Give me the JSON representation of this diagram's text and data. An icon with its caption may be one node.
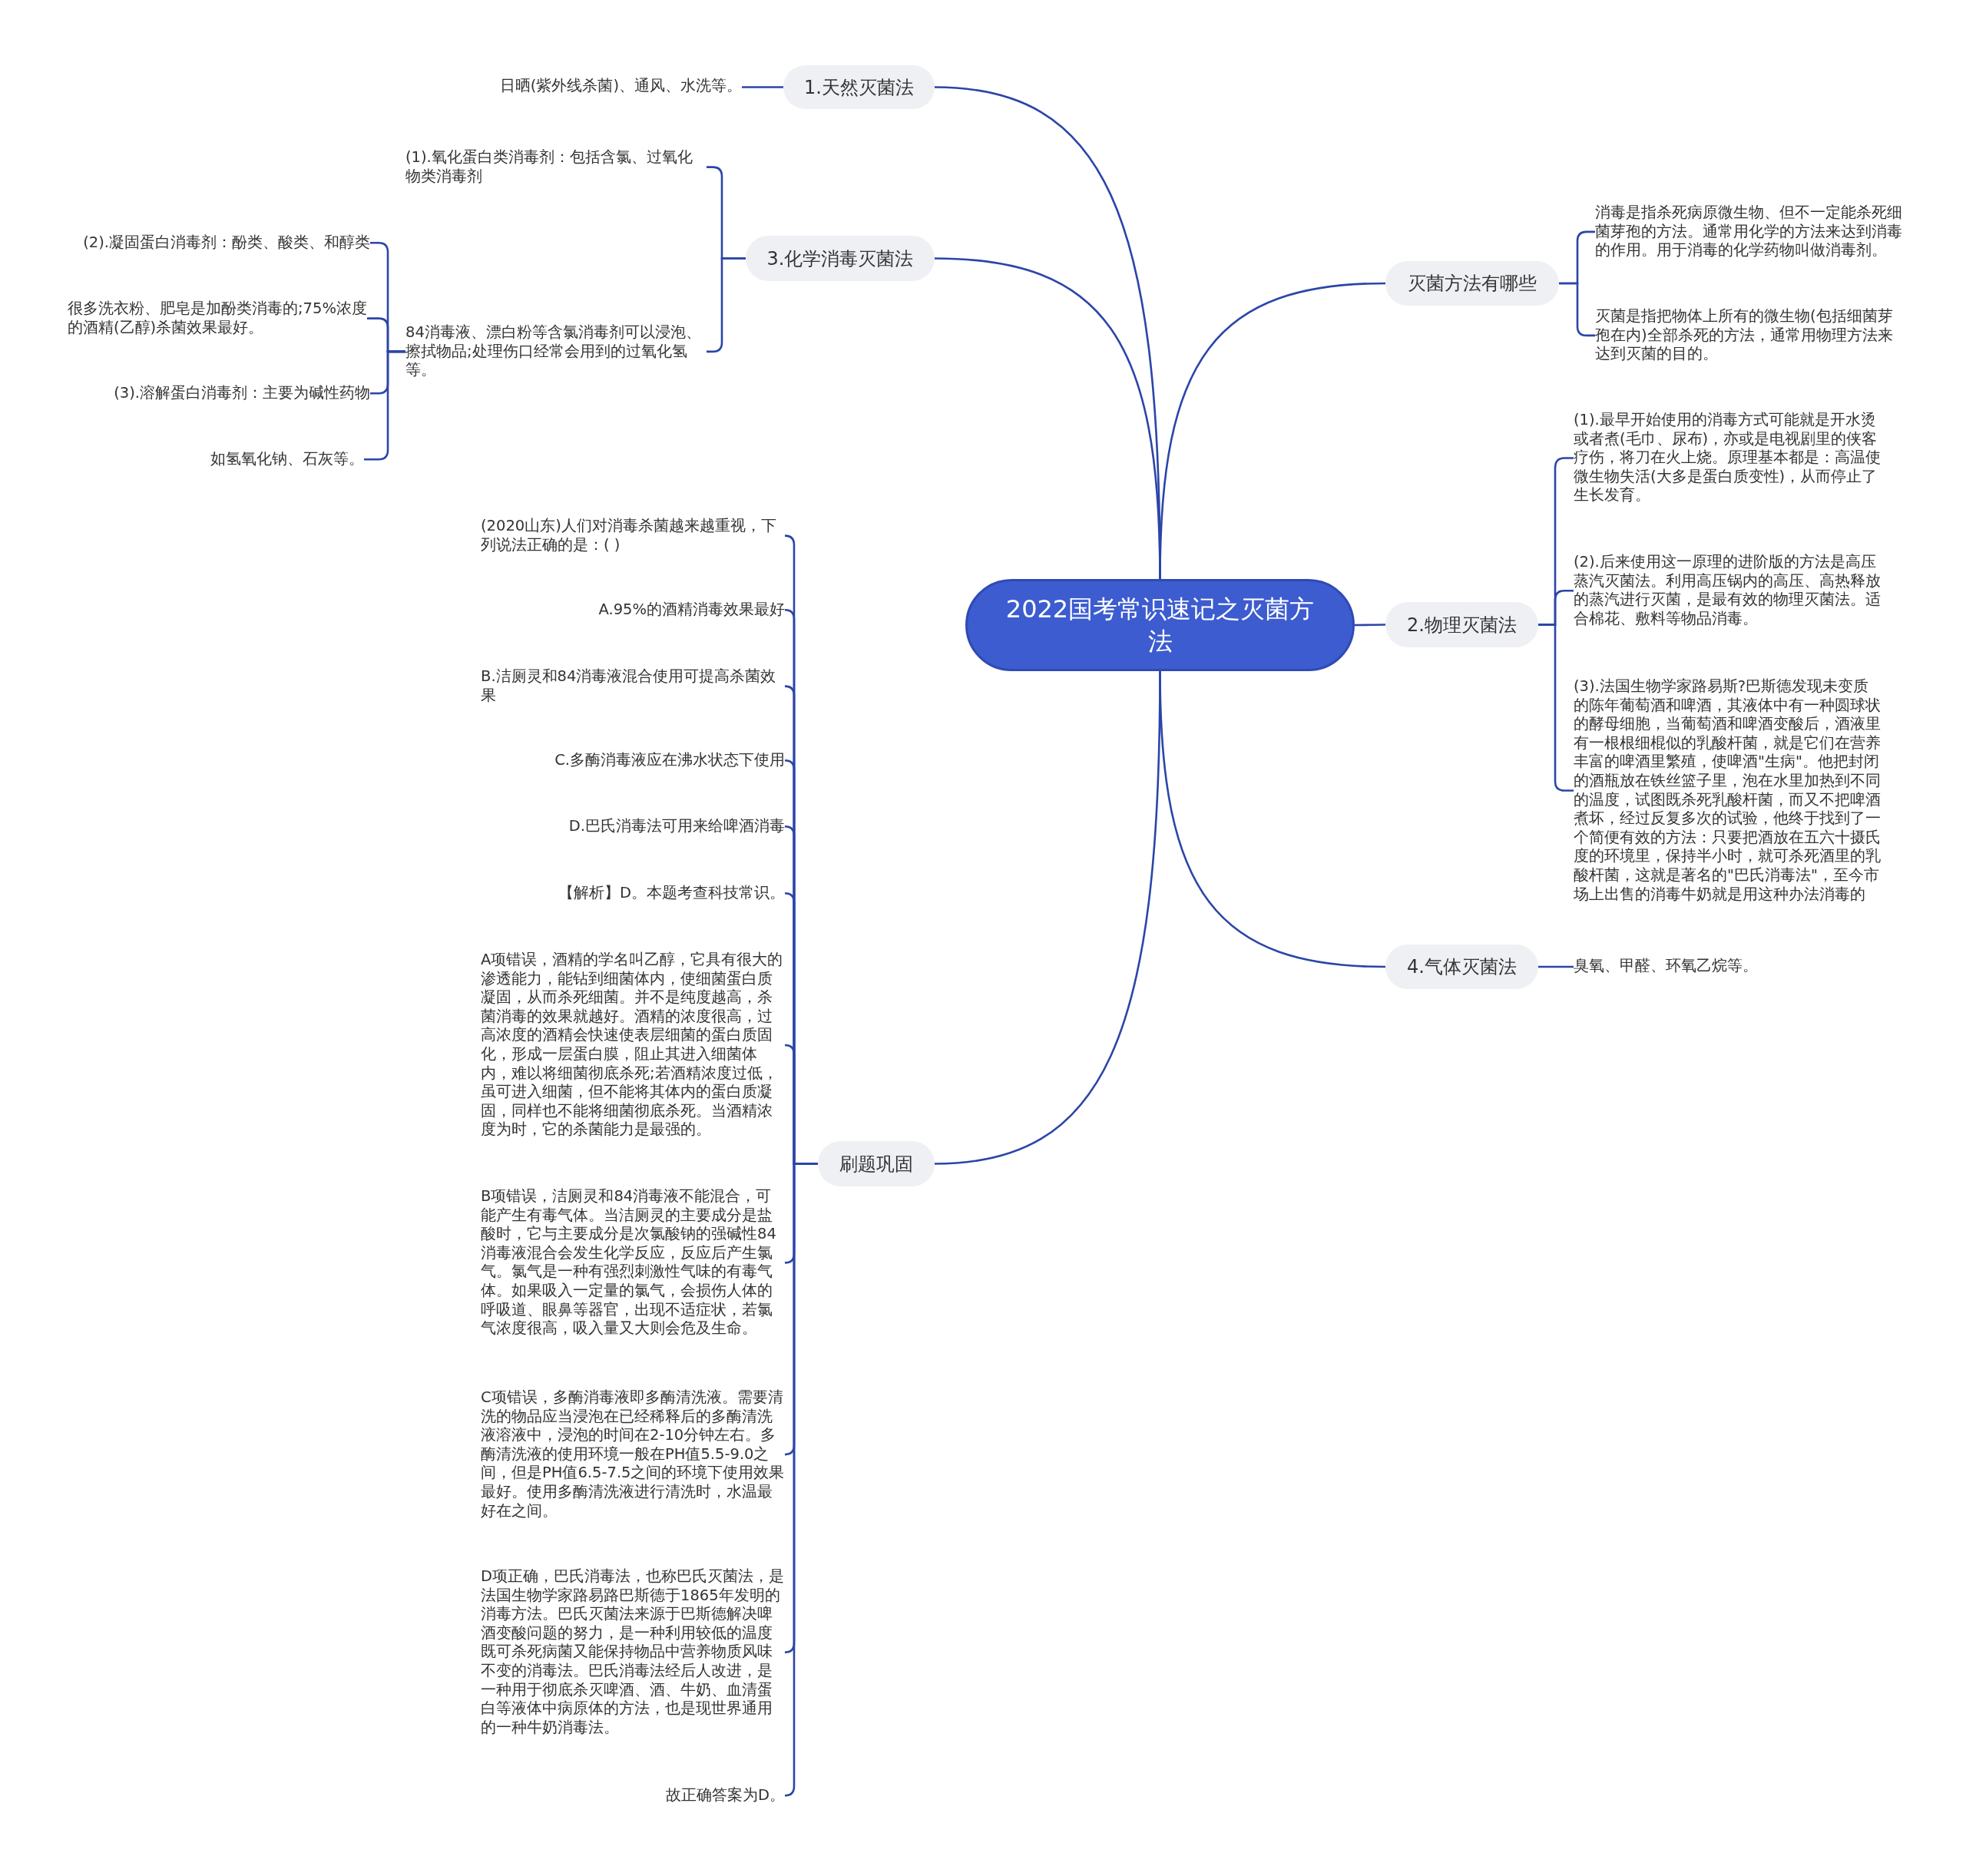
{
  "diagram": {
    "nodes": [
      {
        "text": [
          "2022国考常识速记之灭菌方法"
        ]
      },
      {
        "text": [
          "1.天然灭菌法"
        ]
      },
      {
        "text": [
          "日晒(紫外线杀菌)、通风、水洗等。"
        ]
      },
      {
        "text": [
          "3.化学消毒灭菌法"
        ]
      },
      {
        "text": [
          "(1).氧化蛋白类消毒剂：包括含氯、过氧化物类消毒剂"
        ]
      },
      {
        "text": [
          "84消毒液、漂白粉等含氯消毒剂可以浸泡、擦拭物品;处理伤口经常会用到的过氧化氢等。"
        ]
      },
      {
        "text": [
          "(2).凝固蛋白消毒剂：酚类、酸类、和醇类"
        ]
      },
      {
        "text": [
          "很多洗衣粉、肥皂是加酚类消毒的;75%浓度的酒精(乙醇)杀菌效果最好。"
        ]
      },
      {
        "text": [
          "(3).溶解蛋白消毒剂：主要为碱性药物"
        ]
      },
      {
        "text": [
          "如氢氧化钠、石灰等。"
        ]
      },
      {
        "text": [
          "刷题巩固"
        ]
      },
      {
        "text": [
          "(2020山东)人们对消毒杀菌越来越重视，下列说法正确的是：( )"
        ]
      },
      {
        "text": [
          "A.95%的酒精消毒效果最好"
        ]
      },
      {
        "text": [
          "B.洁厕灵和84消毒液混合使用可提高杀菌效果"
        ]
      },
      {
        "text": [
          "C.多酶消毒液应在沸水状态下使用"
        ]
      },
      {
        "text": [
          "D.巴氏消毒法可用来给啤酒消毒"
        ]
      },
      {
        "text": [
          "【解析】D。本题考查科技常识。"
        ]
      },
      {
        "text": [
          "A项错误，酒精的学名叫乙醇，它具有很大的渗透能力，能钻到细菌体内，使细菌蛋白质凝固，从而杀死细菌。并不是纯度越高，杀菌消毒的效果就越好。酒精的浓度很高，过高浓度的酒精会快速使表层细菌的蛋白质固化，形成一层蛋白膜，阻止其进入细菌体内，难以将细菌彻底杀死;若酒精浓度过低，虽可进入细菌，但不能将其体内的蛋白质凝固，同样也不能将细菌彻底杀死。当酒精浓度为时，它的杀菌能力是最强的。"
        ]
      },
      {
        "text": [
          "B项错误，洁厕灵和84消毒液不能混合，可能产生有毒气体。当洁厕灵的主要成分是盐酸时，它与主要成分是次氯酸钠的强碱性84消毒液混合会发生化学反应，反应后产生氯气。氯气是一种有强烈刺激性气味的有毒气体。如果吸入一定量的氯气，会损伤人体的呼吸道、眼鼻等器官，出现不适症状，若氯气浓度很高，吸入量又大则会危及生命。"
        ]
      },
      {
        "text": [
          "C项错误，多酶消毒液即多酶清洗液。需要清洗的物品应当浸泡在已经稀释后的多酶清洗液溶液中，浸泡的时间在2-10分钟左右。多酶清洗液的使用环境一般在PH值5.5-9.0之间，但是PH值6.5-7.5之间的环境下使用效果最好。使用多酶清洗液进行清洗时，水温最好在之间。"
        ]
      },
      {
        "text": [
          "D项正确，巴氏消毒法，也称巴氏灭菌法，是法国生物学家路易路巴斯德于1865年发明的消毒方法。巴氏灭菌法来源于巴斯德解决啤酒变酸问题的努力，是一种利用较低的温度既可杀死病菌又能保持物品中营养物质风味不变的消毒法。巴氏消毒法经后人改进，是一种用于彻底杀灭啤酒、酒、牛奶、血清蛋白等液体中病原体的方法，也是现世界通用的一种牛奶消毒法。"
        ]
      },
      {
        "text": [
          "故正确答案为D。"
        ]
      },
      {
        "text": [
          "灭菌方法有哪些"
        ]
      },
      {
        "text": [
          "消毒是指杀死病原微生物、但不一定能杀死细菌芽孢的方法。通常用化学的方法来达到消毒的作用。用于消毒的化学药物叫做消毒剂。"
        ]
      },
      {
        "text": [
          "灭菌是指把物体上所有的微生物(包括细菌芽孢在内)全部杀死的方法，通常用物理方法来达到灭菌的目的。"
        ]
      },
      {
        "text": [
          "2.物理灭菌法"
        ]
      },
      {
        "text": [
          "(1).最早开始使用的消毒方式可能就是开水烫或者煮(毛巾、尿布)，亦或是电视剧里的侠客疗伤，将刀在火上烧。原理基本都是：高温使微生物失活(大多是蛋白质变性)，从而停止了生长发育。"
        ]
      },
      {
        "text": [
          "(2).后来使用这一原理的进阶版的方法是高压蒸汽灭菌法。利用高压锅内的高压、高热释放的蒸汽进行灭菌，是最有效的物理灭菌法。适合棉花、敷料等物品消毒。"
        ]
      },
      {
        "text": [
          "(3).法国生物学家路易斯?巴斯德发现未变质的陈年葡萄酒和啤酒，其液体中有一种圆球状的酵母细胞，当葡萄酒和啤酒变酸后，酒液里有一根根细棍似的乳酸杆菌，就是它们在营养丰富的啤酒里繁殖，使啤酒\"生病\"。他把封闭的酒瓶放在铁丝篮子里，泡在水里加热到不同的温度，试图既杀死乳酸杆菌，而又不把啤酒煮坏，经过反复多次的试验，他终于找到了一个简便有效的方法：只要把酒放在五六十摄氏度的环境里，保持半小时，就可杀死酒里的乳酸杆菌，这就是著名的\"巴氏消毒法\"，至今市场上出售的消毒牛奶就是用这种办法消毒的"
        ]
      },
      {
        "text": [
          "4.气体灭菌法"
        ]
      },
      {
        "text": [
          "臭氧、甲醛、环氧乙烷等。"
        ]
      }
    ],
    "edges": [
      {
        "from": 0,
        "to": 1,
        "arrow": "none"
      },
      {
        "from": 1,
        "to": 2,
        "arrow": "none"
      },
      {
        "from": 0,
        "to": 3,
        "arrow": "none"
      },
      {
        "from": 3,
        "to": 4,
        "arrow": "none"
      },
      {
        "from": 3,
        "to": 5,
        "arrow": "none"
      },
      {
        "from": 5,
        "to": 6,
        "arrow": "none"
      },
      {
        "from": 5,
        "to": 7,
        "arrow": "none"
      },
      {
        "from": 5,
        "to": 8,
        "arrow": "none"
      },
      {
        "from": 5,
        "to": 9,
        "arrow": "none"
      },
      {
        "from": 0,
        "to": 10,
        "arrow": "none"
      },
      {
        "from": 10,
        "to": 11,
        "arrow": "none"
      },
      {
        "from": 10,
        "to": 12,
        "arrow": "none"
      },
      {
        "from": 10,
        "to": 13,
        "arrow": "none"
      },
      {
        "from": 10,
        "to": 14,
        "arrow": "none"
      },
      {
        "from": 10,
        "to": 15,
        "arrow": "none"
      },
      {
        "from": 10,
        "to": 16,
        "arrow": "none"
      },
      {
        "from": 10,
        "to": 17,
        "arrow": "none"
      },
      {
        "from": 10,
        "to": 18,
        "arrow": "none"
      },
      {
        "from": 10,
        "to": 19,
        "arrow": "none"
      },
      {
        "from": 10,
        "to": 20,
        "arrow": "none"
      },
      {
        "from": 10,
        "to": 21,
        "arrow": "none"
      },
      {
        "from": 0,
        "to": 22,
        "arrow": "none"
      },
      {
        "from": 22,
        "to": 23,
        "arrow": "none"
      },
      {
        "from": 22,
        "to": 24,
        "arrow": "none"
      },
      {
        "from": 0,
        "to": 25,
        "arrow": "none"
      },
      {
        "from": 25,
        "to": 26,
        "arrow": "none"
      },
      {
        "from": 25,
        "to": 27,
        "arrow": "none"
      },
      {
        "from": 25,
        "to": 28,
        "arrow": "none"
      },
      {
        "from": 0,
        "to": 29,
        "arrow": "none"
      },
      {
        "from": 29,
        "to": 30,
        "arrow": "none"
      }
    ]
  }
}
